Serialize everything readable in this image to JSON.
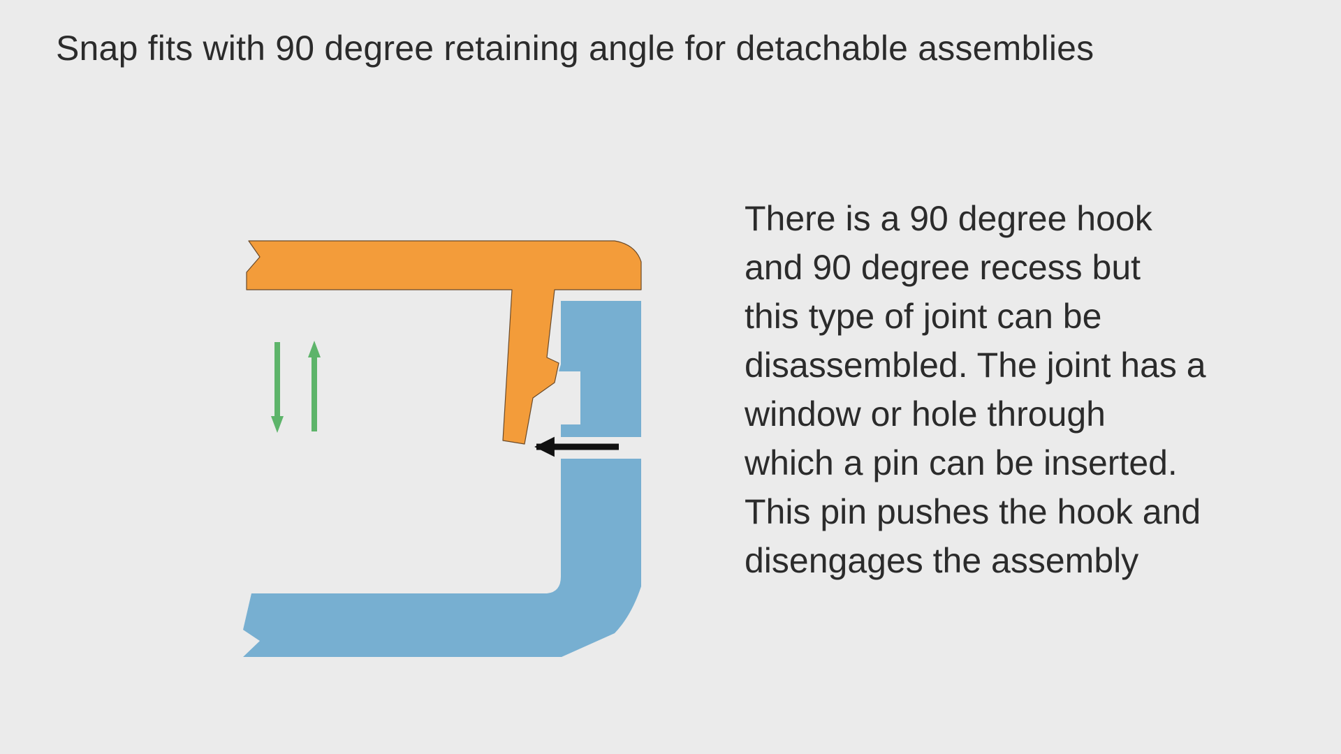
{
  "title": "Snap fits with 90 degree retaining angle for detachable assemblies",
  "description": {
    "lines": [
      "There is a 90 degree hook",
      "and 90 degree recess but",
      "this type of joint can be",
      "disassembled. The joint has a",
      "window or hole through",
      "which a pin can be inserted.",
      "This pin pushes the hook and",
      "disengages the assembly"
    ]
  },
  "diagram": {
    "colors": {
      "hook_part": "#f39c3a",
      "base_part": "#77afd1",
      "motion_arrows": "#5db46a",
      "pin_arrow": "#111111"
    }
  }
}
